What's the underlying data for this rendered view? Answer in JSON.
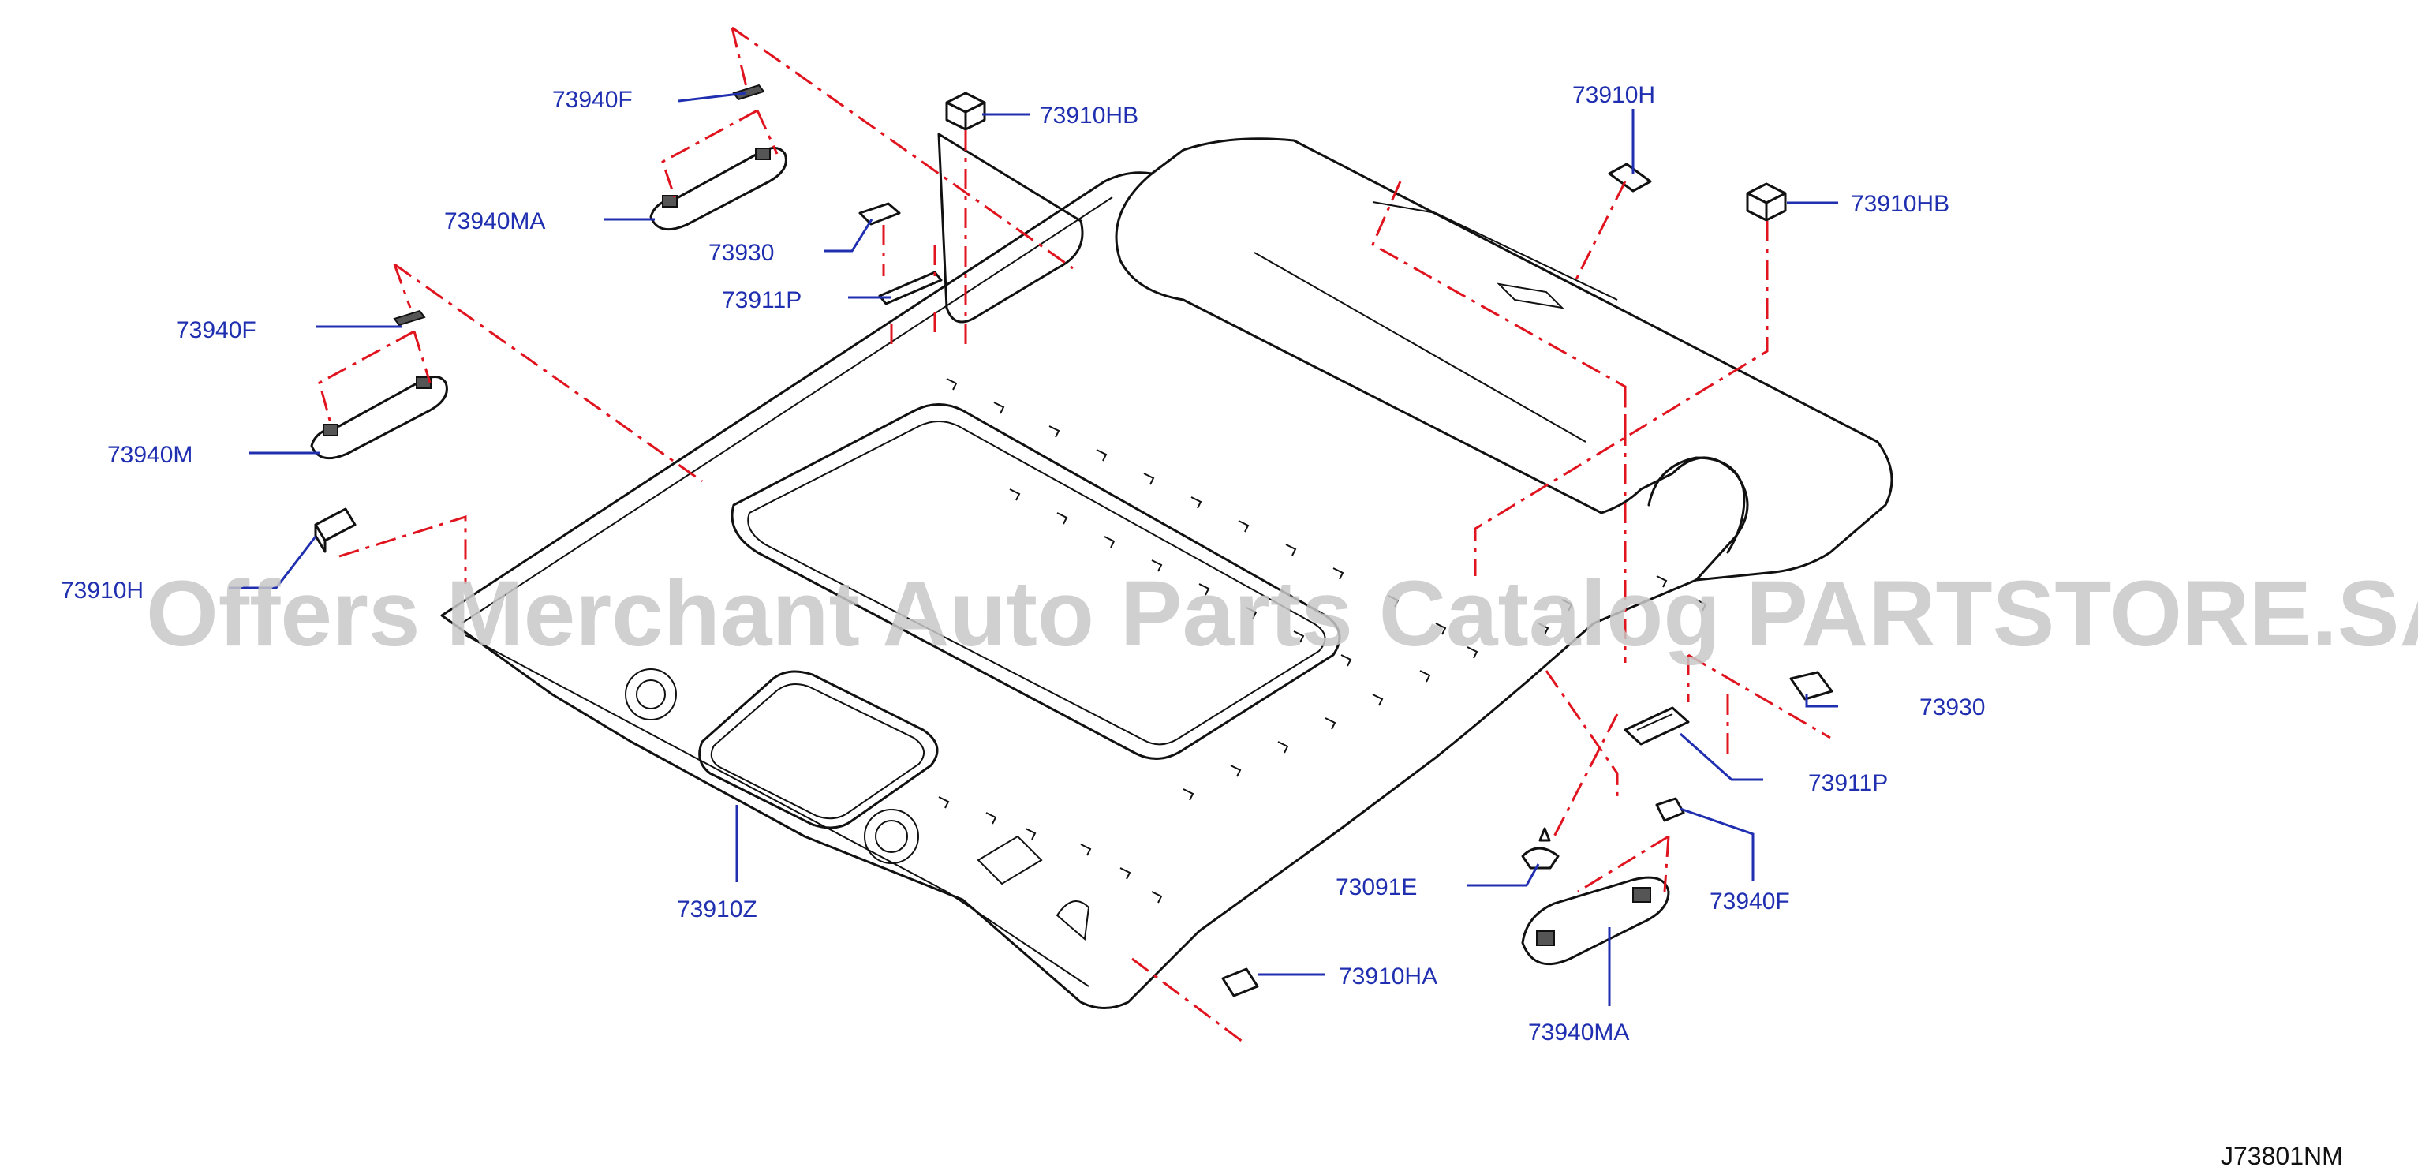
{
  "diagram_code": "J73801NM",
  "watermark": "Offers Merchant Auto Parts Catalog PARTSTORE.SA",
  "colors": {
    "label": "#1f2fb0",
    "leader": "#1f2fb0",
    "dashed_guide": "#e0141e",
    "outline": "#111111",
    "watermark": "#c8c8c8"
  },
  "callouts": [
    {
      "id": "73940F-a",
      "text": "73940F"
    },
    {
      "id": "73940MA-a",
      "text": "73940MA"
    },
    {
      "id": "73940F-b",
      "text": "73940F"
    },
    {
      "id": "73940M",
      "text": "73940M"
    },
    {
      "id": "73910H-a",
      "text": "73910H"
    },
    {
      "id": "73910HB-a",
      "text": "73910HB"
    },
    {
      "id": "73930-a",
      "text": "73930"
    },
    {
      "id": "73911P-a",
      "text": "73911P"
    },
    {
      "id": "73910H-b",
      "text": "73910H"
    },
    {
      "id": "73910HB-b",
      "text": "73910HB"
    },
    {
      "id": "73930-b",
      "text": "73930"
    },
    {
      "id": "73911P-b",
      "text": "73911P"
    },
    {
      "id": "73940F-c",
      "text": "73940F"
    },
    {
      "id": "73091E",
      "text": "73091E"
    },
    {
      "id": "73910HA",
      "text": "73910HA"
    },
    {
      "id": "73940MA-b",
      "text": "73940MA"
    },
    {
      "id": "73910Z",
      "text": "73910Z"
    }
  ]
}
